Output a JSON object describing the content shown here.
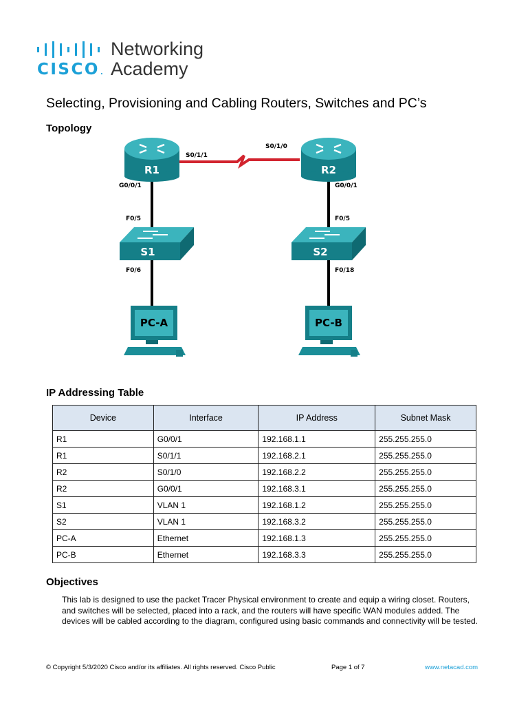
{
  "logo": {
    "brand": "CISCO",
    "brand_dot": ".",
    "line1": "Networking",
    "line2": "Academy",
    "color": "#1ba0d7"
  },
  "document": {
    "title": "Selecting, Provisioning and Cabling Routers, Switches and PC’s"
  },
  "topology": {
    "heading": "Topology",
    "devices": {
      "r1": "R1",
      "r2": "R2",
      "s1": "S1",
      "s2": "S2",
      "pca": "PC-A",
      "pcb": "PC-B"
    },
    "ports": {
      "r1_serial": "S0/1/1",
      "r2_serial": "S0/1/0",
      "r1_g": "G0/0/1",
      "r2_g": "G0/0/1",
      "s1_up": "F0/5",
      "s2_up": "F0/5",
      "s1_down": "F0/6",
      "s2_down": "F0/18"
    },
    "colors": {
      "device": "#1b8e98",
      "serial_link": "#d2242f",
      "ethernet_link": "#000000"
    }
  },
  "ip_table": {
    "heading": "IP Addressing Table",
    "columns": [
      "Device",
      "Interface",
      "IP Address",
      "Subnet Mask"
    ],
    "rows": [
      [
        "R1",
        "G0/0/1",
        "192.168.1.1",
        "255.255.255.0"
      ],
      [
        "R1",
        "S0/1/1",
        "192.168.2.1",
        "255.255.255.0"
      ],
      [
        "R2",
        "S0/1/0",
        "192.168.2.2",
        "255.255.255.0"
      ],
      [
        "R2",
        "G0/0/1",
        "192.168.3.1",
        "255.255.255.0"
      ],
      [
        "S1",
        "VLAN 1",
        "192.168.1.2",
        "255.255.255.0"
      ],
      [
        "S2",
        "VLAN 1",
        "192.168.3.2",
        "255.255.255.0"
      ],
      [
        "PC-A",
        "Ethernet",
        "192.168.1.3",
        "255.255.255.0"
      ],
      [
        "PC-B",
        "Ethernet",
        "192.168.3.3",
        "255.255.255.0"
      ]
    ],
    "header_bg": "#dbe5f1"
  },
  "objectives": {
    "heading": "Objectives",
    "text": "This lab is designed to use the packet Tracer Physical environment to create and equip a wiring closet. Routers, and switches will be selected, placed into a rack, and the routers will have specific WAN modules added. The devices will be cabled according to the diagram, configured using basic commands and connectivity will be tested."
  },
  "footer": {
    "copyright": "© Copyright 5/3/2020 Cisco and/or its affiliates. All rights reserved. Cisco Public",
    "page": "Page 1 of 7",
    "url": "www.netacad.com"
  }
}
